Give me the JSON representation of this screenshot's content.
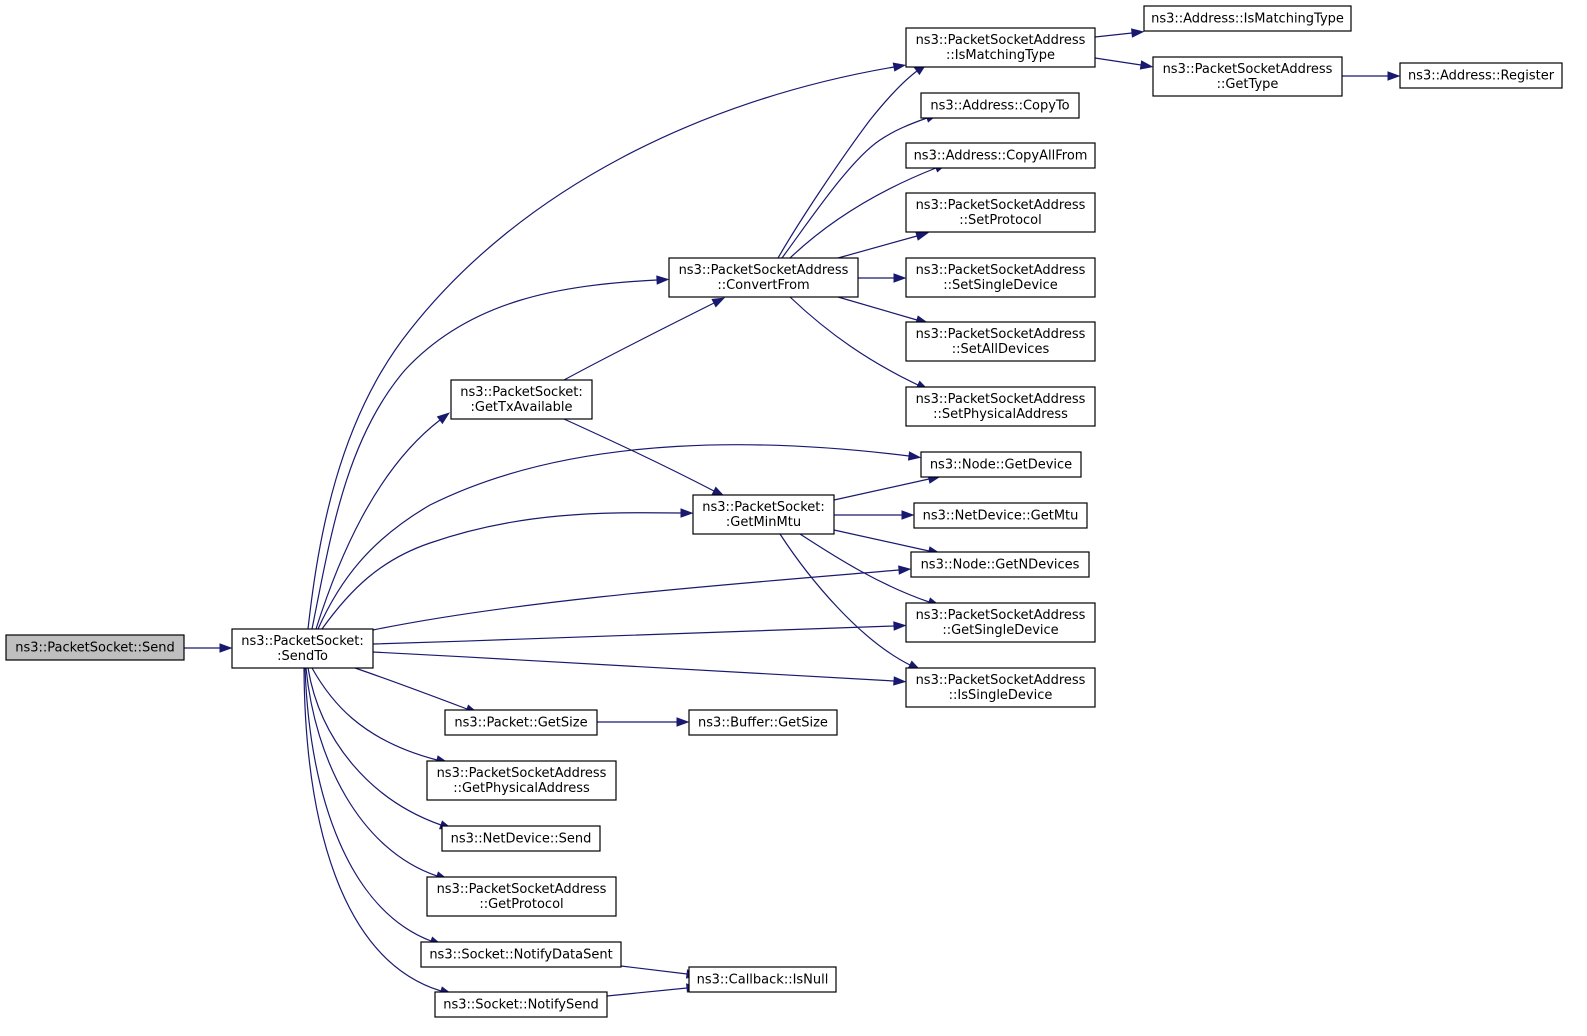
{
  "graph": {
    "type": "call-graph",
    "node_fill": "#ffffff",
    "root_fill": "#bfbfbf",
    "edge_color": "#191970",
    "nodes": [
      {
        "id": "send",
        "name": "node-packetsocket-send",
        "lines": [
          "ns3::PacketSocket::Send"
        ],
        "root": true
      },
      {
        "id": "sendto",
        "name": "node-packetsocket-sendto",
        "lines": [
          "ns3::PacketSocket:",
          ":SendTo"
        ]
      },
      {
        "id": "gettxavail",
        "name": "node-packetsocket-gettxavailable",
        "lines": [
          "ns3::PacketSocket:",
          ":GetTxAvailable"
        ]
      },
      {
        "id": "convertfrom",
        "name": "node-packetsocketaddress-convertfrom",
        "lines": [
          "ns3::PacketSocketAddress",
          "::ConvertFrom"
        ]
      },
      {
        "id": "getminmtu",
        "name": "node-packetsocket-getminmtu",
        "lines": [
          "ns3::PacketSocket:",
          ":GetMinMtu"
        ]
      },
      {
        "id": "psa_ismatch",
        "name": "node-packetsocketaddress-ismatchingtype",
        "lines": [
          "ns3::PacketSocketAddress",
          "::IsMatchingType"
        ]
      },
      {
        "id": "addr_ismatch",
        "name": "node-address-ismatchingtype",
        "lines": [
          "ns3::Address::IsMatchingType"
        ]
      },
      {
        "id": "psa_gettype",
        "name": "node-packetsocketaddress-gettype",
        "lines": [
          "ns3::PacketSocketAddress",
          "::GetType"
        ]
      },
      {
        "id": "addr_register",
        "name": "node-address-register",
        "lines": [
          "ns3::Address::Register"
        ]
      },
      {
        "id": "addr_copyto",
        "name": "node-address-copyto",
        "lines": [
          "ns3::Address::CopyTo"
        ]
      },
      {
        "id": "addr_copyallfrom",
        "name": "node-address-copyallfrom",
        "lines": [
          "ns3::Address::CopyAllFrom"
        ]
      },
      {
        "id": "psa_setprotocol",
        "name": "node-packetsocketaddress-setprotocol",
        "lines": [
          "ns3::PacketSocketAddress",
          "::SetProtocol"
        ]
      },
      {
        "id": "psa_setsingledevice",
        "name": "node-packetsocketaddress-setsingledevice",
        "lines": [
          "ns3::PacketSocketAddress",
          "::SetSingleDevice"
        ]
      },
      {
        "id": "psa_setalldevices",
        "name": "node-packetsocketaddress-setalldevices",
        "lines": [
          "ns3::PacketSocketAddress",
          "::SetAllDevices"
        ]
      },
      {
        "id": "psa_setphysaddr",
        "name": "node-packetsocketaddress-setphysicaladdress",
        "lines": [
          "ns3::PacketSocketAddress",
          "::SetPhysicalAddress"
        ]
      },
      {
        "id": "node_getdevice",
        "name": "node-node-getdevice",
        "lines": [
          "ns3::Node::GetDevice"
        ]
      },
      {
        "id": "netdev_getmtu",
        "name": "node-netdevice-getmtu",
        "lines": [
          "ns3::NetDevice::GetMtu"
        ]
      },
      {
        "id": "node_getndevices",
        "name": "node-node-getndevices",
        "lines": [
          "ns3::Node::GetNDevices"
        ]
      },
      {
        "id": "psa_getsingledevice",
        "name": "node-packetsocketaddress-getsingledevice",
        "lines": [
          "ns3::PacketSocketAddress",
          "::GetSingleDevice"
        ]
      },
      {
        "id": "psa_issingledevice",
        "name": "node-packetsocketaddress-issingledevice",
        "lines": [
          "ns3::PacketSocketAddress",
          "::IsSingleDevice"
        ]
      },
      {
        "id": "packet_getsize",
        "name": "node-packet-getsize",
        "lines": [
          "ns3::Packet::GetSize"
        ]
      },
      {
        "id": "buffer_getsize",
        "name": "node-buffer-getsize",
        "lines": [
          "ns3::Buffer::GetSize"
        ]
      },
      {
        "id": "psa_getphysaddr",
        "name": "node-packetsocketaddress-getphysicaladdress",
        "lines": [
          "ns3::PacketSocketAddress",
          "::GetPhysicalAddress"
        ]
      },
      {
        "id": "netdev_send",
        "name": "node-netdevice-send",
        "lines": [
          "ns3::NetDevice::Send"
        ]
      },
      {
        "id": "psa_getprotocol",
        "name": "node-packetsocketaddress-getprotocol",
        "lines": [
          "ns3::PacketSocketAddress",
          "::GetProtocol"
        ]
      },
      {
        "id": "sock_notifydatasent",
        "name": "node-socket-notifydatasent",
        "lines": [
          "ns3::Socket::NotifyDataSent"
        ]
      },
      {
        "id": "sock_notifysend",
        "name": "node-socket-notifysend",
        "lines": [
          "ns3::Socket::NotifySend"
        ]
      },
      {
        "id": "cb_isnull",
        "name": "node-callback-isnull",
        "lines": [
          "ns3::Callback::IsNull"
        ]
      }
    ],
    "edges": [
      [
        "send",
        "sendto"
      ],
      [
        "sendto",
        "psa_ismatch"
      ],
      [
        "sendto",
        "convertfrom"
      ],
      [
        "sendto",
        "gettxavail"
      ],
      [
        "sendto",
        "node_getdevice"
      ],
      [
        "sendto",
        "getminmtu"
      ],
      [
        "sendto",
        "node_getndevices"
      ],
      [
        "sendto",
        "psa_getsingledevice"
      ],
      [
        "sendto",
        "psa_issingledevice"
      ],
      [
        "sendto",
        "packet_getsize"
      ],
      [
        "sendto",
        "psa_getphysaddr"
      ],
      [
        "sendto",
        "netdev_send"
      ],
      [
        "sendto",
        "psa_getprotocol"
      ],
      [
        "sendto",
        "sock_notifydatasent"
      ],
      [
        "sendto",
        "sock_notifysend"
      ],
      [
        "gettxavail",
        "convertfrom"
      ],
      [
        "gettxavail",
        "getminmtu"
      ],
      [
        "convertfrom",
        "psa_ismatch"
      ],
      [
        "convertfrom",
        "addr_copyto"
      ],
      [
        "convertfrom",
        "addr_copyallfrom"
      ],
      [
        "convertfrom",
        "psa_setprotocol"
      ],
      [
        "convertfrom",
        "psa_setsingledevice"
      ],
      [
        "convertfrom",
        "psa_setalldevices"
      ],
      [
        "convertfrom",
        "psa_setphysaddr"
      ],
      [
        "psa_ismatch",
        "addr_ismatch"
      ],
      [
        "psa_ismatch",
        "psa_gettype"
      ],
      [
        "psa_gettype",
        "addr_register"
      ],
      [
        "getminmtu",
        "node_getdevice"
      ],
      [
        "getminmtu",
        "netdev_getmtu"
      ],
      [
        "getminmtu",
        "node_getndevices"
      ],
      [
        "getminmtu",
        "psa_getsingledevice"
      ],
      [
        "getminmtu",
        "psa_issingledevice"
      ],
      [
        "packet_getsize",
        "buffer_getsize"
      ],
      [
        "sock_notifydatasent",
        "cb_isnull"
      ],
      [
        "sock_notifysend",
        "cb_isnull"
      ]
    ]
  }
}
